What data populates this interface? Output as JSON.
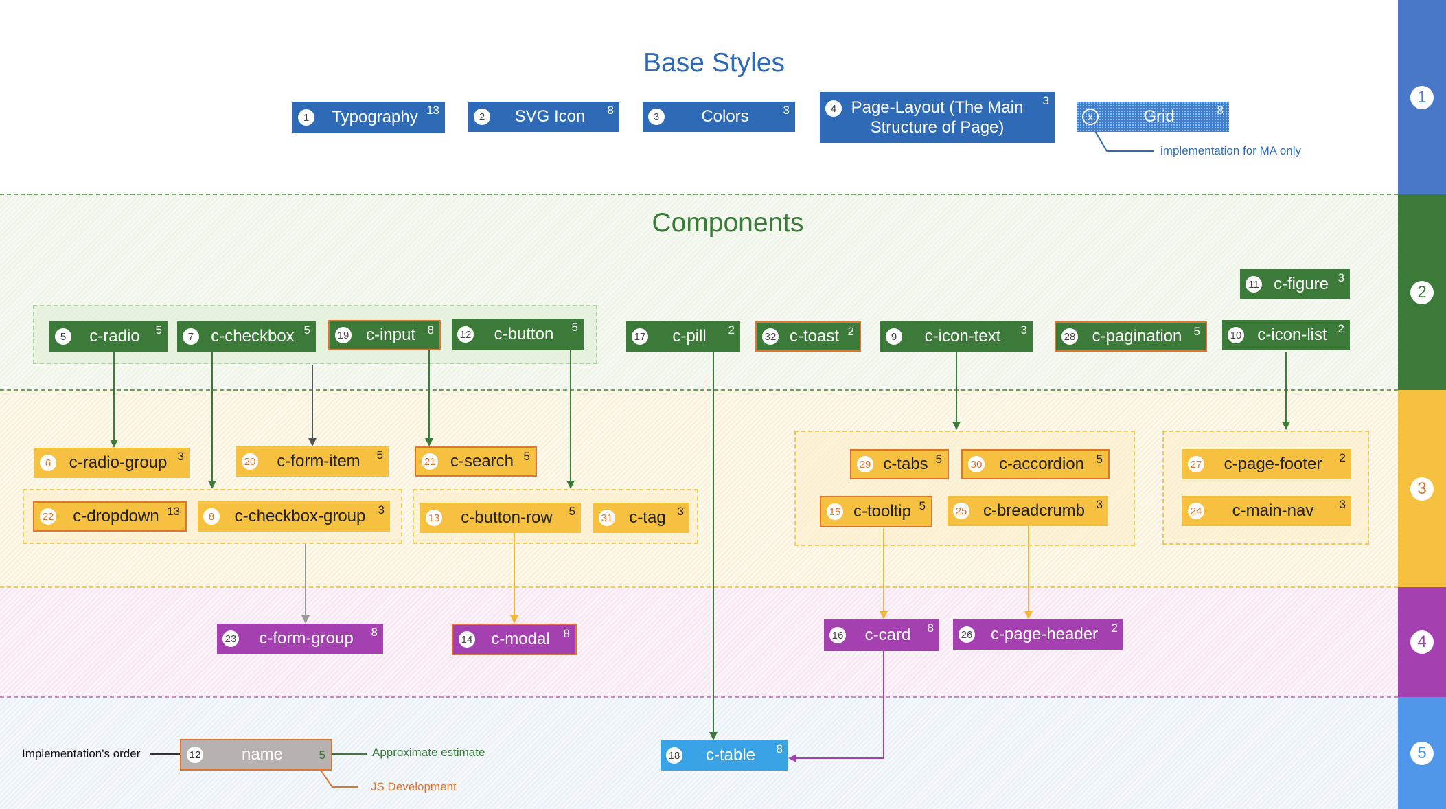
{
  "titles": {
    "base": "Base Styles",
    "components": "Components"
  },
  "rail": [
    "1",
    "2",
    "3",
    "4",
    "5"
  ],
  "nodes": {
    "typography": {
      "order": "1",
      "label": "Typography",
      "est": "13"
    },
    "svg_icon": {
      "order": "2",
      "label": "SVG Icon",
      "est": "8"
    },
    "colors": {
      "order": "3",
      "label": "Colors",
      "est": "3"
    },
    "page_layout": {
      "order": "4",
      "label": "Page-Layout (The Main Structure of Page)",
      "est": "3"
    },
    "grid": {
      "order": "x",
      "label": "Grid",
      "est": "8"
    },
    "c_figure": {
      "order": "11",
      "label": "c-figure",
      "est": "3"
    },
    "c_radio": {
      "order": "5",
      "label": "c-radio",
      "est": "5"
    },
    "c_checkbox": {
      "order": "7",
      "label": "c-checkbox",
      "est": "5"
    },
    "c_input": {
      "order": "19",
      "label": "c-input",
      "est": "8"
    },
    "c_button": {
      "order": "12",
      "label": "c-button",
      "est": "5"
    },
    "c_pill": {
      "order": "17",
      "label": "c-pill",
      "est": "2"
    },
    "c_toast": {
      "order": "32",
      "label": "c-toast",
      "est": "2"
    },
    "c_icon_text": {
      "order": "9",
      "label": "c-icon-text",
      "est": "3"
    },
    "c_pagination": {
      "order": "28",
      "label": "c-pagination",
      "est": "5"
    },
    "c_icon_list": {
      "order": "10",
      "label": "c-icon-list",
      "est": "2"
    },
    "c_radio_group": {
      "order": "6",
      "label": "c-radio-group",
      "est": "3"
    },
    "c_form_item": {
      "order": "20",
      "label": "c-form-item",
      "est": "5"
    },
    "c_search": {
      "order": "21",
      "label": "c-search",
      "est": "5"
    },
    "c_dropdown": {
      "order": "22",
      "label": "c-dropdown",
      "est": "13"
    },
    "c_checkbox_group": {
      "order": "8",
      "label": "c-checkbox-group",
      "est": "3"
    },
    "c_button_row": {
      "order": "13",
      "label": "c-button-row",
      "est": "5"
    },
    "c_tag": {
      "order": "31",
      "label": "c-tag",
      "est": "3"
    },
    "c_tabs": {
      "order": "29",
      "label": "c-tabs",
      "est": "5"
    },
    "c_accordion": {
      "order": "30",
      "label": "c-accordion",
      "est": "5"
    },
    "c_tooltip": {
      "order": "15",
      "label": "c-tooltip",
      "est": "5"
    },
    "c_breadcrumb": {
      "order": "25",
      "label": "c-breadcrumb",
      "est": "3"
    },
    "c_page_footer": {
      "order": "27",
      "label": "c-page-footer",
      "est": "2"
    },
    "c_main_nav": {
      "order": "24",
      "label": "c-main-nav",
      "est": "3"
    },
    "c_form_group": {
      "order": "23",
      "label": "c-form-group",
      "est": "8"
    },
    "c_modal": {
      "order": "14",
      "label": "c-modal",
      "est": "8"
    },
    "c_card": {
      "order": "16",
      "label": "c-card",
      "est": "8"
    },
    "c_page_header": {
      "order": "26",
      "label": "c-page-header",
      "est": "2"
    },
    "c_table": {
      "order": "18",
      "label": "c-table",
      "est": "8"
    },
    "legend_box": {
      "order": "12",
      "label": "name",
      "est": "5"
    }
  },
  "notes": {
    "grid_note": "implementation for MA only",
    "legend_order": "Implementation's order",
    "legend_estimate": "Approximate estimate",
    "legend_js": "JS Development"
  },
  "colors": {
    "green": "#3b7a39",
    "yellow": "#f6c141",
    "purple": "#a440b0",
    "blue": "#2e6ab5",
    "light_blue": "#3aa3e5",
    "orange": "#e0752d",
    "rail_1": "#4a78c8",
    "rail_2": "#3b7a39",
    "rail_3": "#f6c141",
    "rail_4": "#a440b0",
    "rail_5": "#4f95e8"
  }
}
